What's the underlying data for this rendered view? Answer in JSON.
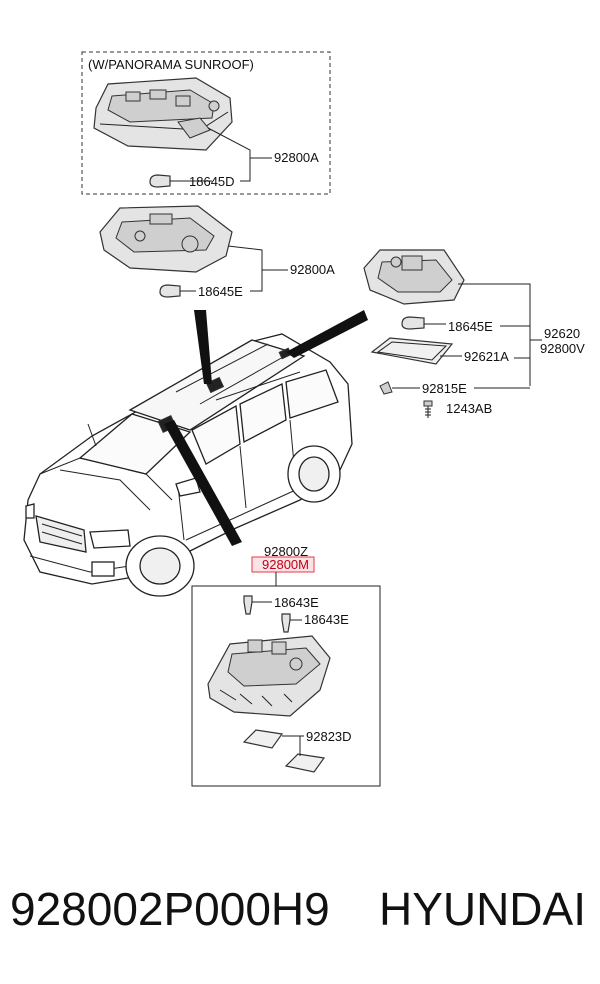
{
  "diagram": {
    "sunroof_note": "(W/PANORAMA SUNROOF)",
    "labels": {
      "p92800A_top": "92800A",
      "p18645D": "18645D",
      "p92800A_mid": "92800A",
      "p18645E_mid": "18645E",
      "p18645E_right": "18645E",
      "p92620": "92620",
      "p92800V": "92800V",
      "p92621A": "92621A",
      "p92815E": "92815E",
      "p1243AB": "1243AB",
      "p92800Z": "92800Z",
      "p92800M": "92800M",
      "p18643E_a": "18643E",
      "p18643E_b": "18643E",
      "p92823D": "92823D"
    },
    "highlight_color": "#e23b4a"
  },
  "footer": {
    "part_number": "928002P000H9",
    "brand": "HYUNDAI"
  }
}
